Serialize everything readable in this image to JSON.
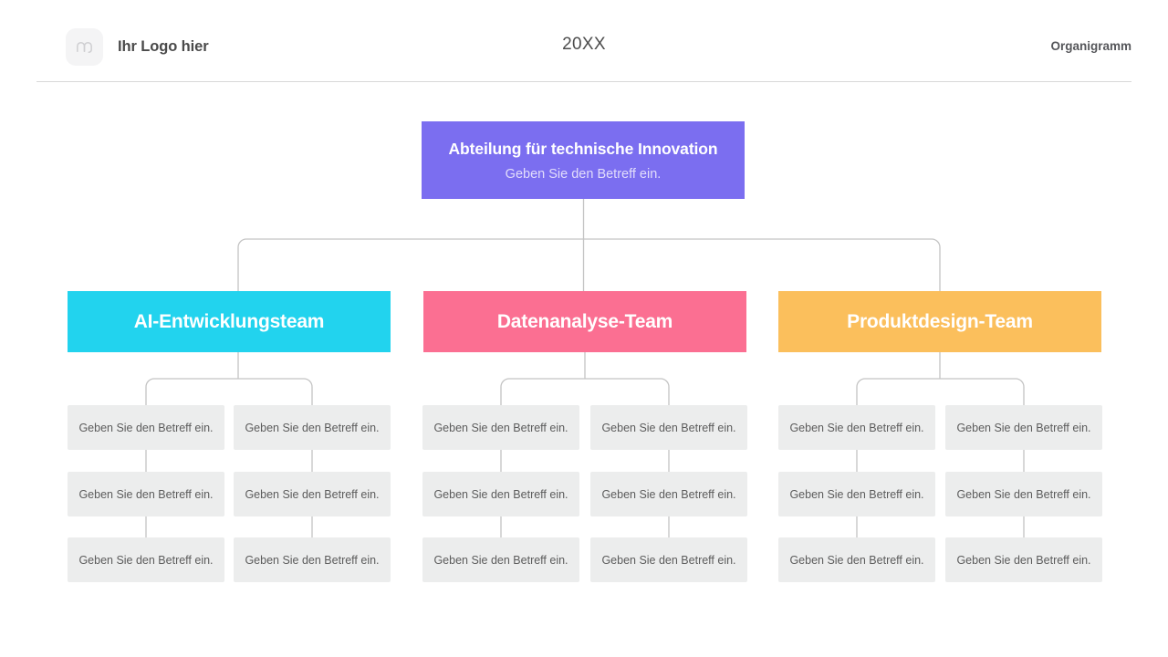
{
  "header": {
    "logo_icon": "abstract-arch-logo-icon",
    "logo_text": "Ihr Logo hier",
    "year": "20XX",
    "right_label": "Organigramm"
  },
  "colors": {
    "root": "#7b6ef0",
    "team_ai": "#22d3ee",
    "team_data": "#fb6f92",
    "team_product": "#fbbf5c",
    "leaf": "#eceded",
    "connector": "#c4c4c4",
    "background": "#ffffff"
  },
  "chart_data": {
    "type": "org-chart",
    "title": "Organigramm",
    "root": {
      "title": "Abteilung für technische Innovation",
      "subtitle": "Geben Sie den Betreff ein.",
      "color": "#7b6ef0"
    },
    "teams": [
      {
        "label": "AI-Entwicklungsteam",
        "color": "#22d3ee",
        "columns": [
          [
            "Geben Sie den Betreff ein.",
            "Geben Sie den Betreff ein.",
            "Geben Sie den Betreff ein."
          ],
          [
            "Geben Sie den Betreff ein.",
            "Geben Sie den Betreff ein.",
            "Geben Sie den Betreff ein."
          ]
        ]
      },
      {
        "label": "Datenanalyse-Team",
        "color": "#fb6f92",
        "columns": [
          [
            "Geben Sie den Betreff ein.",
            "Geben Sie den Betreff ein.",
            "Geben Sie den Betreff ein."
          ],
          [
            "Geben Sie den Betreff ein.",
            "Geben Sie den Betreff ein.",
            "Geben Sie den Betreff ein."
          ]
        ]
      },
      {
        "label": "Produktdesign-Team",
        "color": "#fbbf5c",
        "columns": [
          [
            "Geben Sie den Betreff ein.",
            "Geben Sie den Betreff ein.",
            "Geben Sie den Betreff ein."
          ],
          [
            "Geben Sie den Betreff ein.",
            "Geben Sie den Betreff ein.",
            "Geben Sie den Betreff ein."
          ]
        ]
      }
    ]
  }
}
